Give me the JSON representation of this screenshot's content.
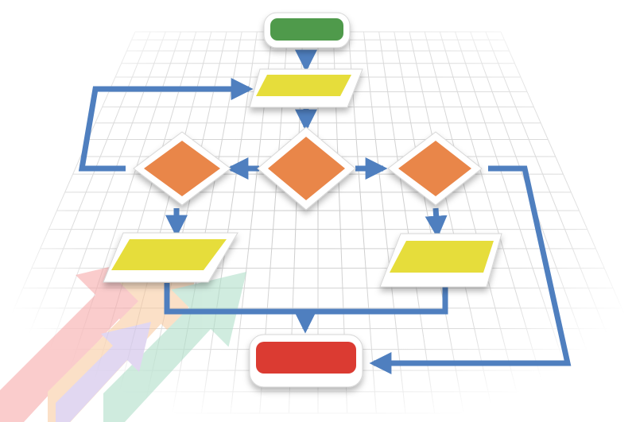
{
  "diagram": {
    "type": "flowchart",
    "labels": "none",
    "nodes": [
      {
        "id": "start",
        "shape": "terminator",
        "fill": "#4f9a4c",
        "role": "start"
      },
      {
        "id": "process-top",
        "shape": "parallelogram",
        "fill": "#e6dd3a",
        "role": "process"
      },
      {
        "id": "decision-left",
        "shape": "diamond",
        "fill": "#e9864a",
        "role": "decision"
      },
      {
        "id": "decision-center",
        "shape": "diamond",
        "fill": "#e9864a",
        "role": "decision"
      },
      {
        "id": "decision-right",
        "shape": "diamond",
        "fill": "#e9864a",
        "role": "decision"
      },
      {
        "id": "process-left",
        "shape": "parallelogram",
        "fill": "#e6dd3a",
        "role": "process"
      },
      {
        "id": "process-right",
        "shape": "parallelogram",
        "fill": "#e6dd3a",
        "role": "process"
      },
      {
        "id": "end",
        "shape": "terminator",
        "fill": "#db3a32",
        "role": "end"
      }
    ],
    "edges": [
      {
        "from": "start",
        "to": "process-top"
      },
      {
        "from": "process-top",
        "to": "decision-center"
      },
      {
        "from": "decision-center",
        "to": "decision-left"
      },
      {
        "from": "decision-center",
        "to": "decision-right"
      },
      {
        "from": "decision-left",
        "to": "process-top",
        "kind": "loop-back"
      },
      {
        "from": "decision-left",
        "to": "process-left"
      },
      {
        "from": "decision-right",
        "to": "process-right"
      },
      {
        "from": "process-left",
        "to": "end"
      },
      {
        "from": "process-right",
        "to": "end"
      },
      {
        "from": "decision-right",
        "to": "end"
      }
    ],
    "colors": {
      "connector": "#4f7fbf",
      "grid": "#c9c9c9",
      "node_border": "#ffffff"
    },
    "watermark": {
      "symbol": "rising-arrows-icon",
      "colors": [
        "#f7a3a3",
        "#f9c79a",
        "#a9dcc4",
        "#c9b8e6"
      ]
    }
  }
}
